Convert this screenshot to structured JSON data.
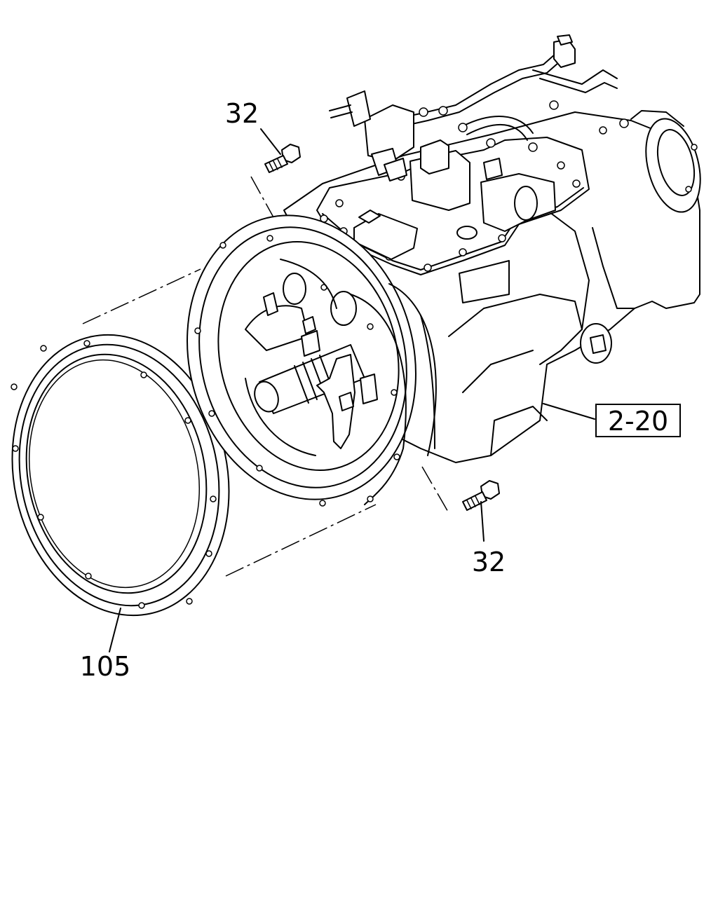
{
  "callouts": {
    "bolt_upper": "32",
    "bolt_lower": "32",
    "gasket": "105",
    "reference": "2-20"
  },
  "icons": {
    "transmission": "transmission-assembly-drawing",
    "gasket": "ring-gasket-drawing",
    "bolt": "flange-bolt-drawing"
  }
}
